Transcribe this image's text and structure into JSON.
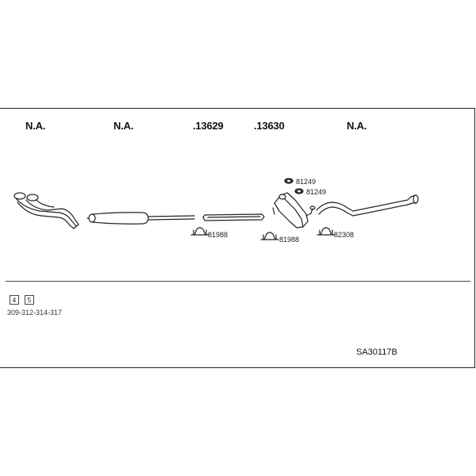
{
  "columns": [
    "N.A.",
    "N.A.",
    ".13629",
    ".13630",
    "N.A."
  ],
  "clamps": {
    "c1": "81988",
    "c2": "81988",
    "c3": "82308",
    "top1": "81249",
    "top2": "81249"
  },
  "badges": [
    "4",
    "5"
  ],
  "models": "309-312-314-317",
  "set_code": "SA30117B"
}
